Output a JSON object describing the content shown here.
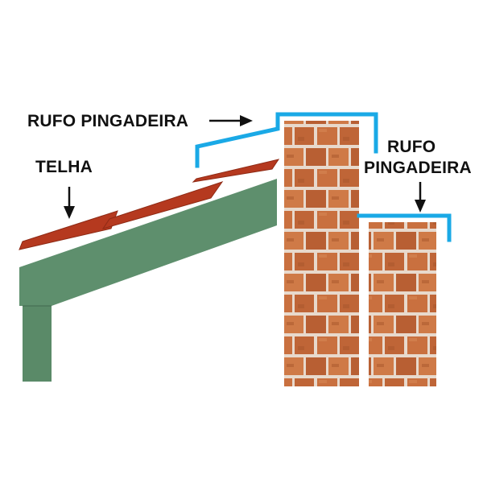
{
  "labels": {
    "rufo_top": "RUFO PINGADEIRA",
    "telha": "TELHA",
    "rufo_right_line1": "RUFO",
    "rufo_right_line2": "PINGADEIRA"
  },
  "colors": {
    "background": "#ffffff",
    "rufo_flashing": "#1aa9e6",
    "telha_tiles": "#b5391f",
    "telha_tiles_dark": "#8e2a15",
    "beam_green": "#5e8f6d",
    "beam_green_dark": "#4a7558",
    "brick": "#c9703f",
    "brick_dark": "#a8552c",
    "mortar": "#e8d9cc",
    "text": "#111111"
  },
  "icons": [
    "arrow-right-icon",
    "arrow-down-icon",
    "arrow-down-icon"
  ]
}
